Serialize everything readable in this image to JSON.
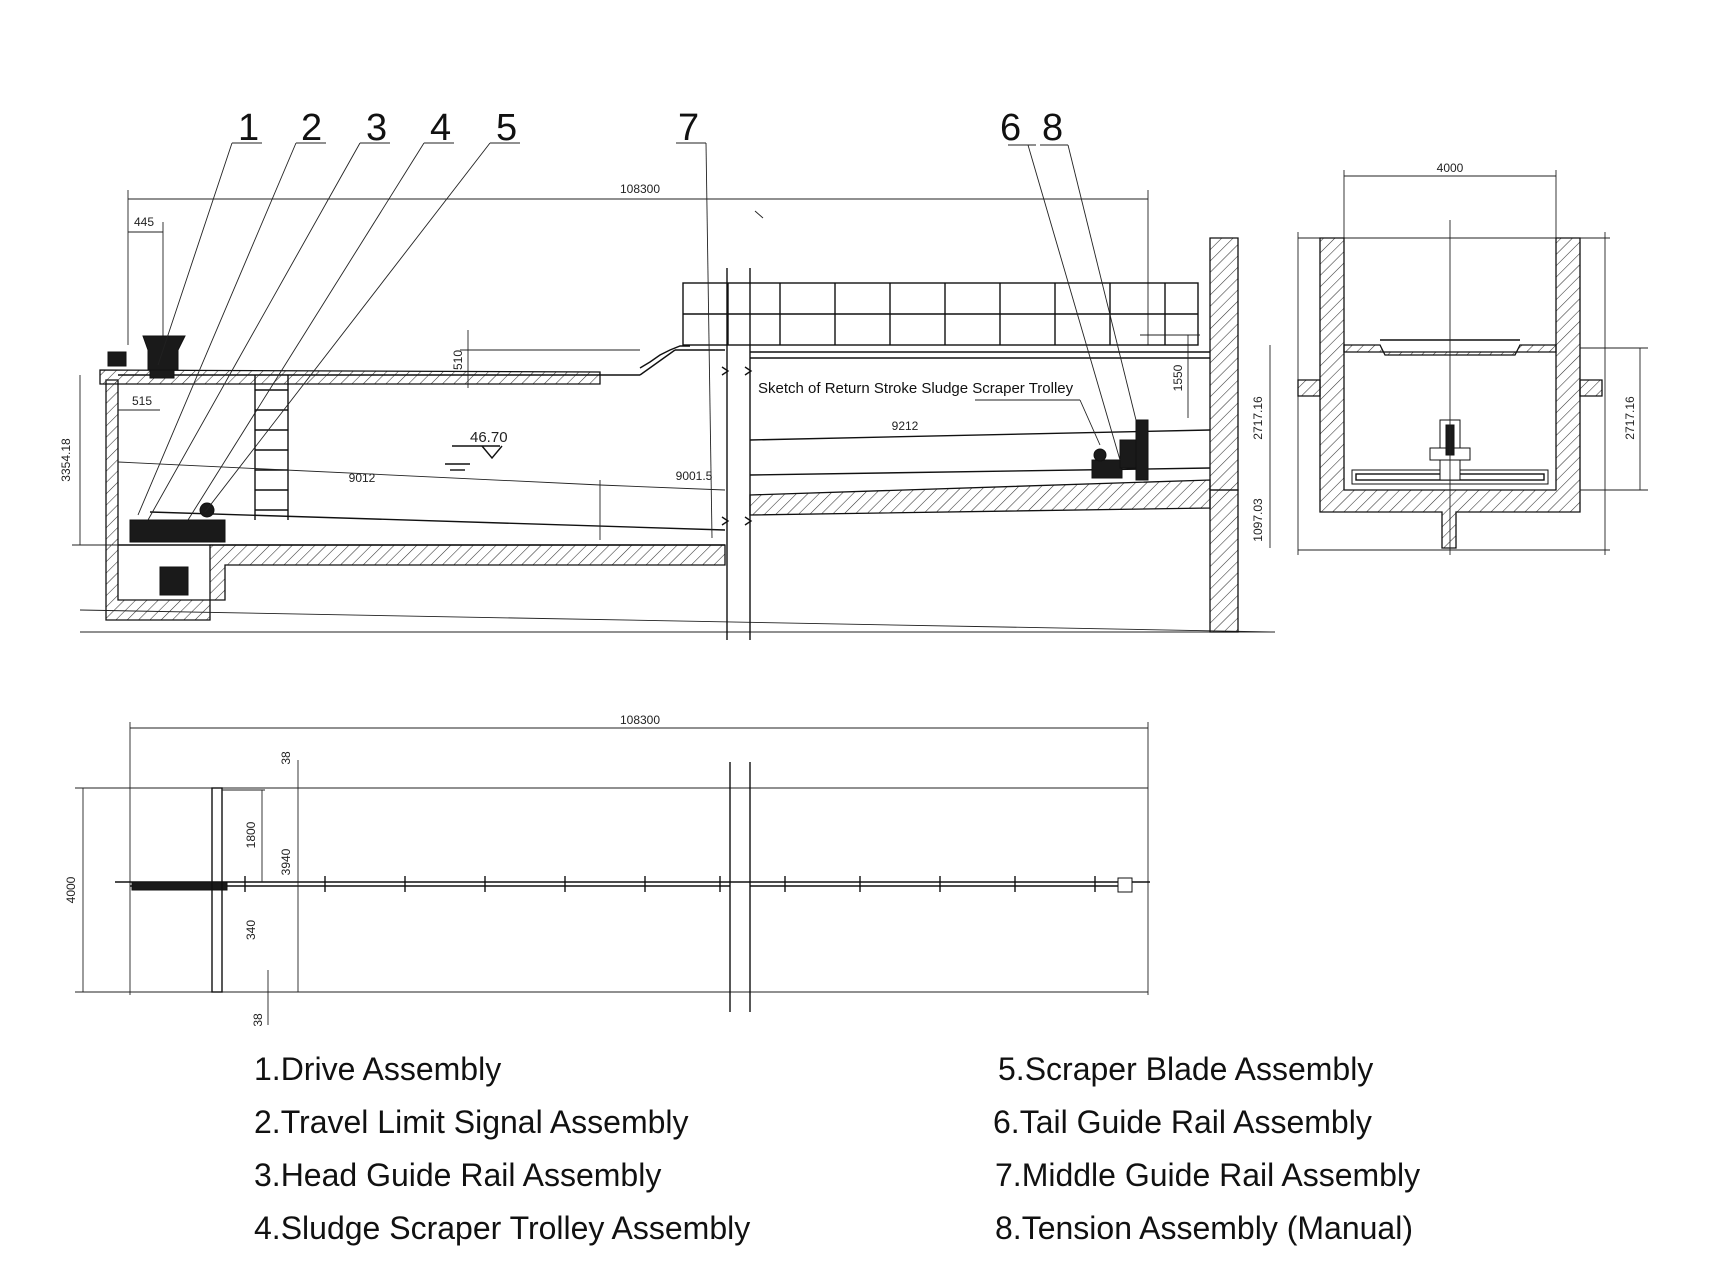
{
  "callouts": [
    "1",
    "2",
    "3",
    "4",
    "5",
    "7",
    "6",
    "8"
  ],
  "annotation": "Sketch of Return Stroke Sludge Scraper Trolley",
  "water_level": "46.70",
  "dimensions": {
    "elev_total_length": "108300",
    "elev_left_offset": "445",
    "elev_depth_left": "3354.18",
    "elev_step": "515",
    "elev_510": "510",
    "elev_9012_a": "9012",
    "elev_9012_b": "9212",
    "elev_9001": "9001.5",
    "elev_1550": "1550",
    "elev_2717_right": "2717.16",
    "elev_1097": "1097.03",
    "sec_width": "4000",
    "sec_2717": "2717.16",
    "plan_length": "108300",
    "plan_width": "4000",
    "plan_38_top": "38",
    "plan_1800": "1800",
    "plan_3940": "3940",
    "plan_340": "340",
    "plan_38_bottom": "38"
  },
  "legend": [
    {
      "label": "1.Drive Assembly"
    },
    {
      "label": "2.Travel Limit Signal Assembly"
    },
    {
      "label": "3.Head Guide Rail Assembly"
    },
    {
      "label": "4.Sludge Scraper Trolley Assembly"
    },
    {
      "label": "5.Scraper Blade Assembly"
    },
    {
      "label": "6.Tail Guide Rail Assembly"
    },
    {
      "label": "7.Middle Guide Rail Assembly"
    },
    {
      "label": "8.Tension Assembly (Manual)"
    }
  ]
}
